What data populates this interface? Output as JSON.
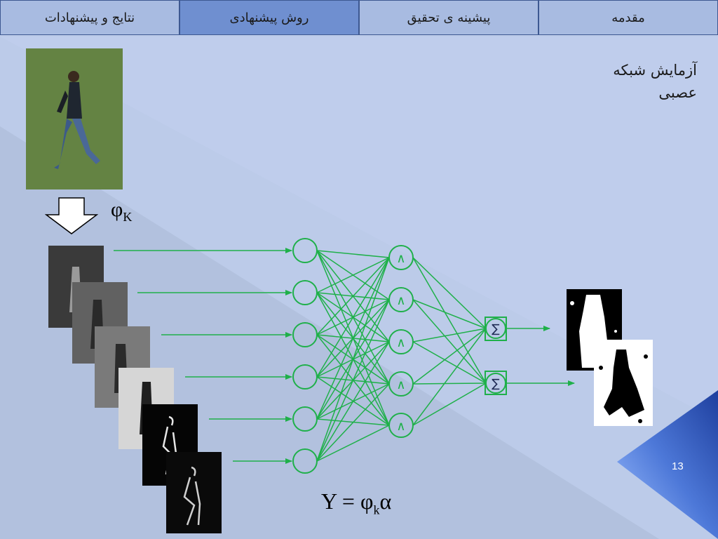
{
  "nav": {
    "tabs": [
      {
        "label": "نتایج و پیشنهادات",
        "active": false
      },
      {
        "label": "روش پیشنهادی",
        "active": true
      },
      {
        "label": "پیشینه ی تحقیق",
        "active": false
      },
      {
        "label": "مقدمه",
        "active": false
      }
    ]
  },
  "slide": {
    "title_line1": "آزمایش شبکه",
    "title_line2": "عصبی",
    "phi_symbol": "φ",
    "phi_subscript": "K",
    "formula_lhs": "Y = φ",
    "formula_sub": "k",
    "formula_rhs": "α",
    "hidden_node_symbol": "∧",
    "output_node_symbol": "∑",
    "page_number": "13"
  },
  "colors": {
    "network_green": "#1fb04a",
    "tab_active": "#6f8fd0",
    "tab_inactive": "#a8bbe1",
    "accent_blue": "#3f64c4"
  }
}
